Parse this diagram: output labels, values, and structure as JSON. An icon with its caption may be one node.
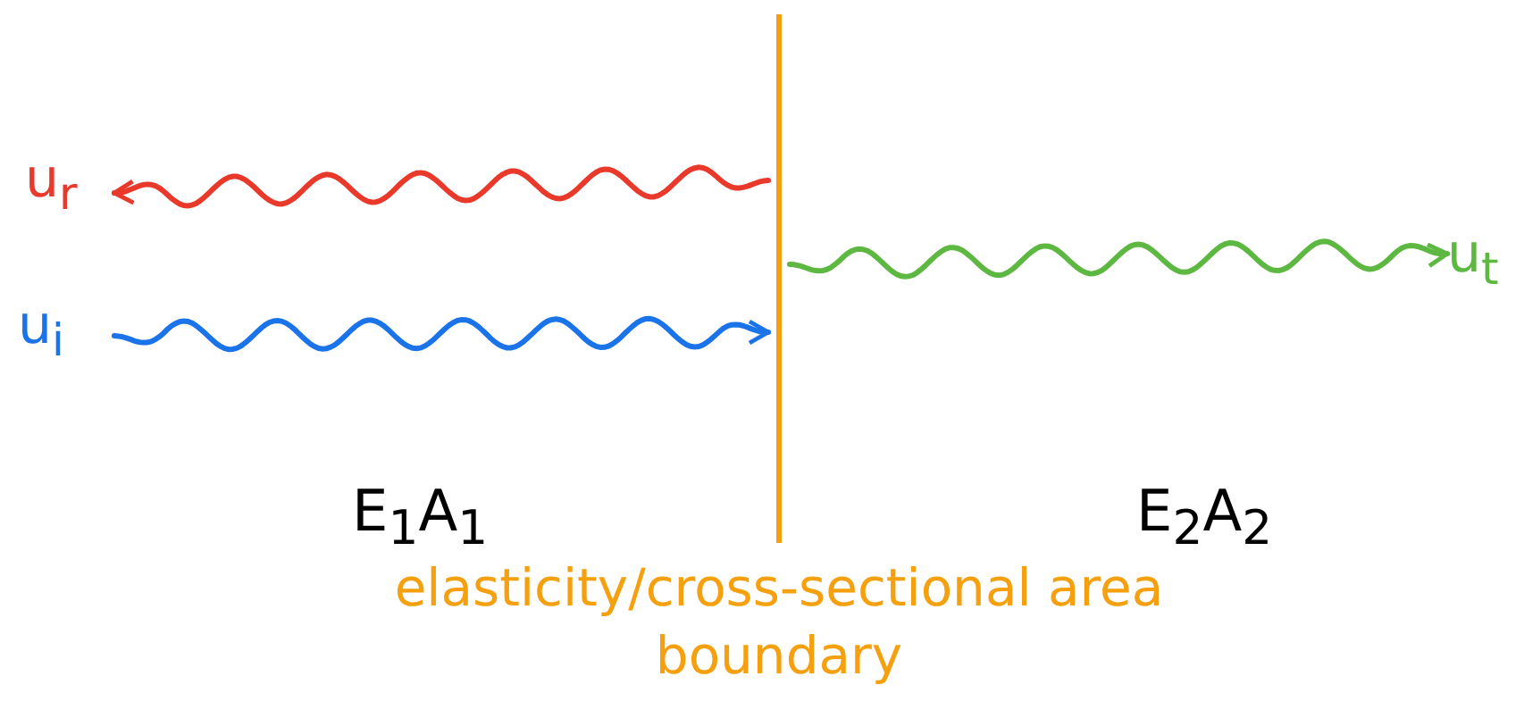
{
  "diagram": {
    "nodes": [
      {
        "text": [
          "elasticity/cross-sectional area boundary"
        ]
      },
      {
        "text": [
          "u$_{r}$"
        ]
      },
      {
        "text": [
          "u$_{i}$"
        ]
      },
      {
        "text": [
          "u$_{t}$"
        ]
      }
    ],
    "edges": [
      {
        "from": 2,
        "to": 0,
        "arrow": "to",
        "color": "#1a73e8"
      },
      {
        "from": 0,
        "to": 1,
        "arrow": "to",
        "color": "#e8392b"
      },
      {
        "from": 0,
        "to": 3,
        "arrow": "to",
        "color": "#5db842"
      }
    ],
    "labels": [
      "E$_{1}$A$_{1}$",
      "E$_{2}$A$_{2}$"
    ]
  }
}
